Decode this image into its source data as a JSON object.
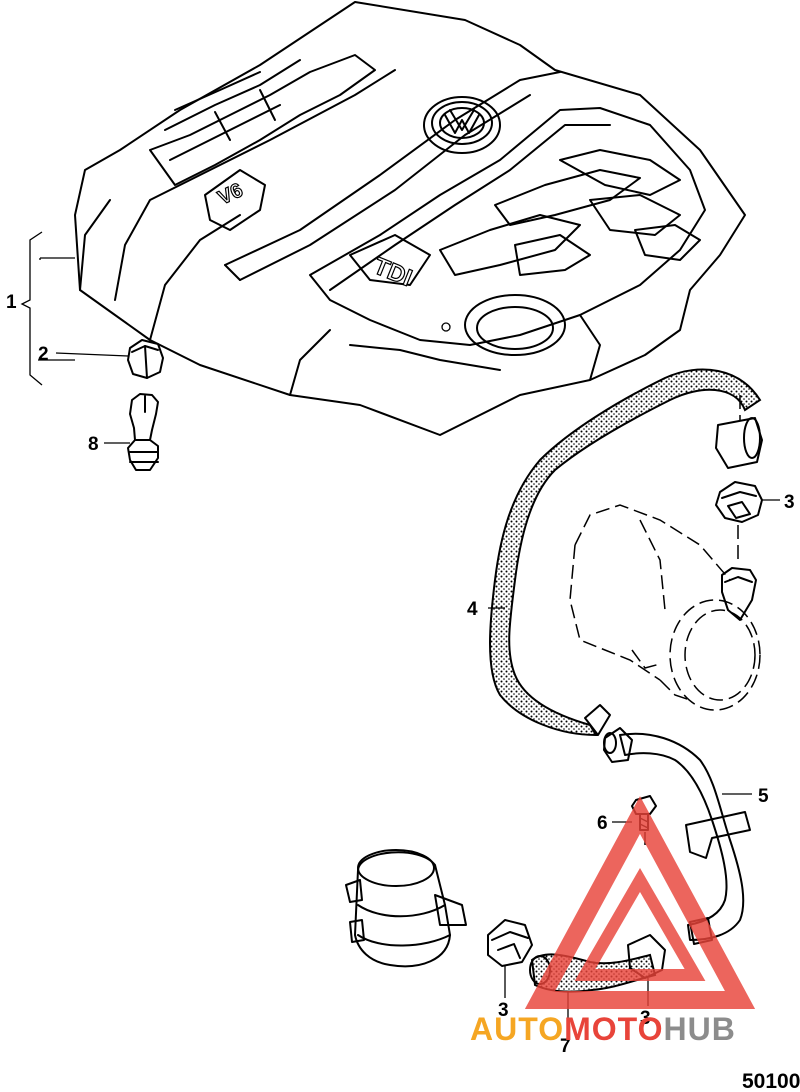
{
  "diagram": {
    "reference_number": "50100",
    "callouts": [
      {
        "id": "1",
        "label": "1"
      },
      {
        "id": "2",
        "label": "2"
      },
      {
        "id": "8",
        "label": "8"
      },
      {
        "id": "3a",
        "label": "3"
      },
      {
        "id": "4",
        "label": "4"
      },
      {
        "id": "5",
        "label": "5"
      },
      {
        "id": "6",
        "label": "6"
      },
      {
        "id": "3b",
        "label": "3"
      },
      {
        "id": "3c",
        "label": "3"
      },
      {
        "id": "7",
        "label": "7"
      }
    ],
    "cover_markings": {
      "engine": "V6",
      "model": "TDI"
    }
  },
  "watermark": {
    "part1": "AUTO",
    "part2": "MOTO",
    "part3": "HUB",
    "colors": {
      "orange": "#f5a623",
      "red": "#e8443a",
      "gray": "#8c8c8c"
    }
  }
}
